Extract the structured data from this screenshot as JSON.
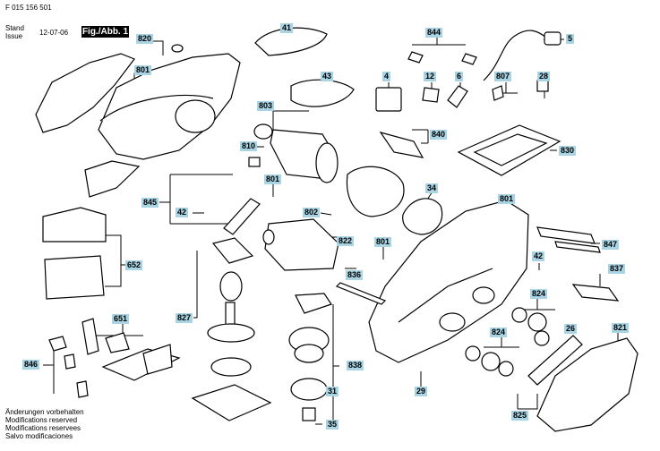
{
  "header": {
    "doc_number": "F 015 156 501",
    "stand": "Stand",
    "issue": "Issue",
    "date": "12-07-06",
    "figure": "Fig./Abb. 1"
  },
  "footer": {
    "lines": [
      "Änderungen vorbehalten",
      "Modifications reserved",
      "Modifications reservees",
      "Salvo modificaciones"
    ]
  },
  "part_labels": [
    "820",
    "801",
    "41",
    "844",
    "5",
    "43",
    "4",
    "12",
    "6",
    "807",
    "28",
    "803",
    "810",
    "840",
    "830",
    "801",
    "34",
    "801",
    "845",
    "42",
    "802",
    "822",
    "801",
    "847",
    "652",
    "42",
    "836",
    "837",
    "824",
    "827",
    "651",
    "26",
    "824",
    "821",
    "846",
    "838",
    "31",
    "29",
    "825",
    "35"
  ],
  "colors": {
    "label_bg": "#a9d4e3",
    "figure_bg": "#000000"
  }
}
